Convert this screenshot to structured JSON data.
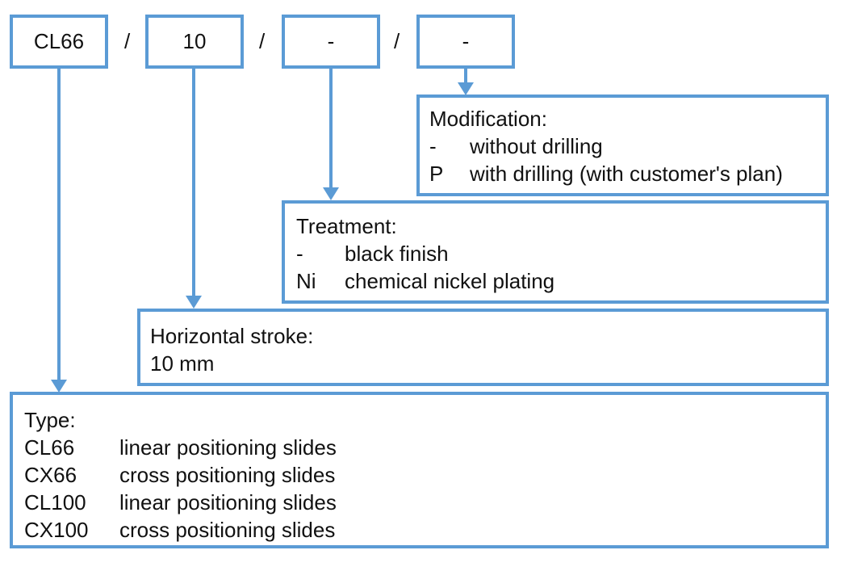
{
  "colors": {
    "accent": "#5b9bd5"
  },
  "code": {
    "segments": [
      "CL66",
      "10",
      "-",
      "-"
    ],
    "separator": "/"
  },
  "modification": {
    "title": "Modification:",
    "rows": [
      {
        "key": "-",
        "value": "without drilling"
      },
      {
        "key": "P",
        "value": "with drilling (with customer's plan)"
      }
    ]
  },
  "treatment": {
    "title": "Treatment:",
    "rows": [
      {
        "key": "-",
        "value": "black finish"
      },
      {
        "key": "Ni",
        "value": "chemical nickel plating"
      }
    ]
  },
  "stroke": {
    "title": "Horizontal stroke:",
    "value": "10 mm"
  },
  "type": {
    "title": "Type:",
    "rows": [
      {
        "key": "CL66",
        "value": "linear positioning slides"
      },
      {
        "key": "CX66",
        "value": "cross positioning slides"
      },
      {
        "key": "CL100",
        "value": "linear positioning slides"
      },
      {
        "key": "CX100",
        "value": "cross positioning slides"
      }
    ]
  }
}
